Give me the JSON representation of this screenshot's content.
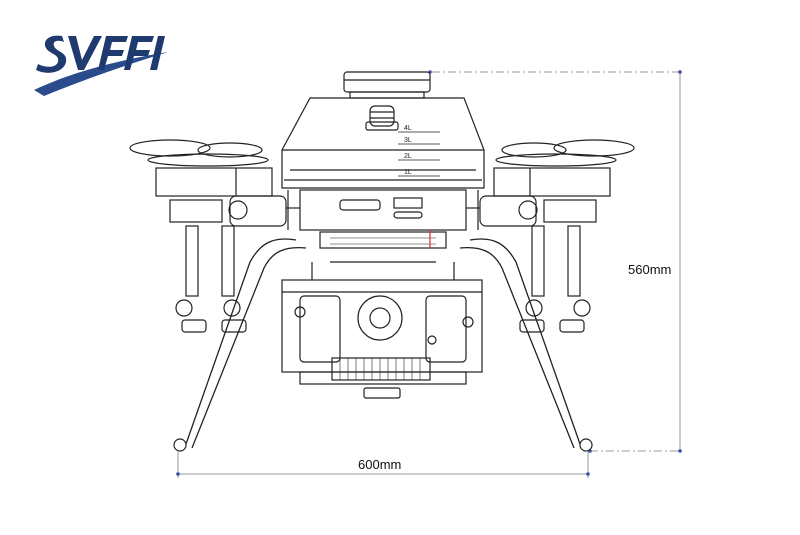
{
  "brand": {
    "name": "SVFFI",
    "colors": {
      "primary": "#1f3a6e",
      "swoosh": "#2b4c8c"
    }
  },
  "dimensions": {
    "height_label": "560mm",
    "width_label": "600mm"
  },
  "tank": {
    "level_marks": [
      "4L",
      "3L",
      "2L",
      "1L"
    ]
  },
  "colors": {
    "line": "#222222",
    "dim_line": "#7a7a7a",
    "accent_red": "#d32f2f",
    "dot": "#3a4fa0"
  }
}
